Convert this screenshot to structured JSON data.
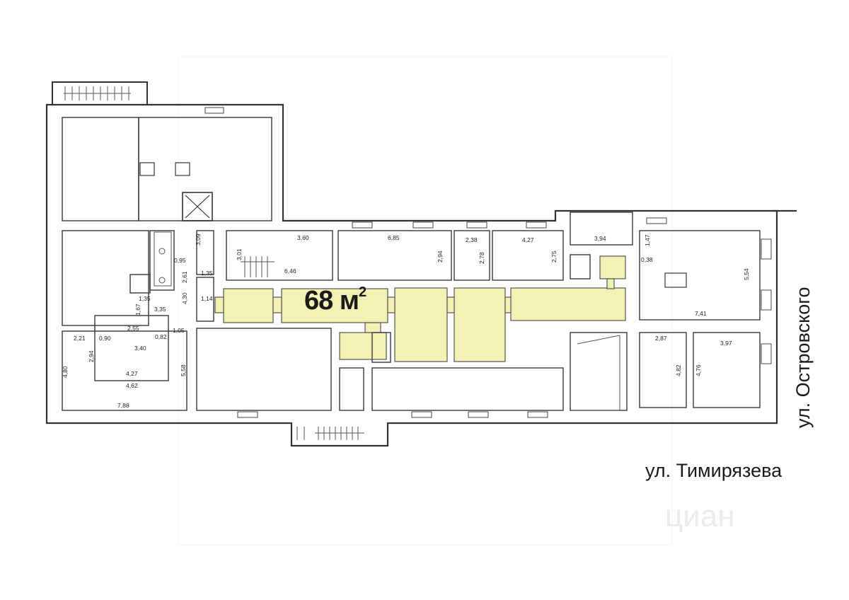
{
  "plan": {
    "highlighted_area": {
      "value": "68",
      "unit": "м",
      "exponent": "2"
    },
    "streets": {
      "bottom": "ул. Тимирязева",
      "right": "ул. Островского"
    },
    "watermark": "циан",
    "colors": {
      "highlight": "#f3f2b5",
      "wall": "#2f2f2f",
      "line": "#555555"
    },
    "dimensions": [
      {
        "id": "d1",
        "text": "3,09"
      },
      {
        "id": "d2",
        "text": "3,60"
      },
      {
        "id": "d3",
        "text": "6,85"
      },
      {
        "id": "d4",
        "text": "2,38"
      },
      {
        "id": "d5",
        "text": "4,27"
      },
      {
        "id": "d6",
        "text": "3,94"
      },
      {
        "id": "d7",
        "text": "1,47"
      },
      {
        "id": "d8",
        "text": "0,38"
      },
      {
        "id": "d9",
        "text": "5,54"
      },
      {
        "id": "d10",
        "text": "7,41"
      },
      {
        "id": "d11",
        "text": "3,01"
      },
      {
        "id": "d12",
        "text": "6,46"
      },
      {
        "id": "d13",
        "text": "2,94"
      },
      {
        "id": "d14",
        "text": "2,78"
      },
      {
        "id": "d15",
        "text": "2,75"
      },
      {
        "id": "d16",
        "text": "0,95"
      },
      {
        "id": "d17",
        "text": "2,61"
      },
      {
        "id": "d18",
        "text": "1,35"
      },
      {
        "id": "d19",
        "text": "1,35"
      },
      {
        "id": "d20",
        "text": "4,30"
      },
      {
        "id": "d21",
        "text": "1,14"
      },
      {
        "id": "d22",
        "text": "1,67"
      },
      {
        "id": "d23",
        "text": "3,35"
      },
      {
        "id": "d24",
        "text": "2,55"
      },
      {
        "id": "d25",
        "text": "1,05"
      },
      {
        "id": "d26",
        "text": "2,21"
      },
      {
        "id": "d27",
        "text": "0,90"
      },
      {
        "id": "d28",
        "text": "0,82"
      },
      {
        "id": "d29",
        "text": "2,94"
      },
      {
        "id": "d30",
        "text": "3,40"
      },
      {
        "id": "d31",
        "text": "4,27"
      },
      {
        "id": "d32",
        "text": "4,80"
      },
      {
        "id": "d33",
        "text": "5,58"
      },
      {
        "id": "d34",
        "text": "4,62"
      },
      {
        "id": "d35",
        "text": "7,88"
      },
      {
        "id": "d36",
        "text": "2,87"
      },
      {
        "id": "d37",
        "text": "3,97"
      },
      {
        "id": "d38",
        "text": "4,82"
      },
      {
        "id": "d39",
        "text": "4,76"
      }
    ]
  }
}
